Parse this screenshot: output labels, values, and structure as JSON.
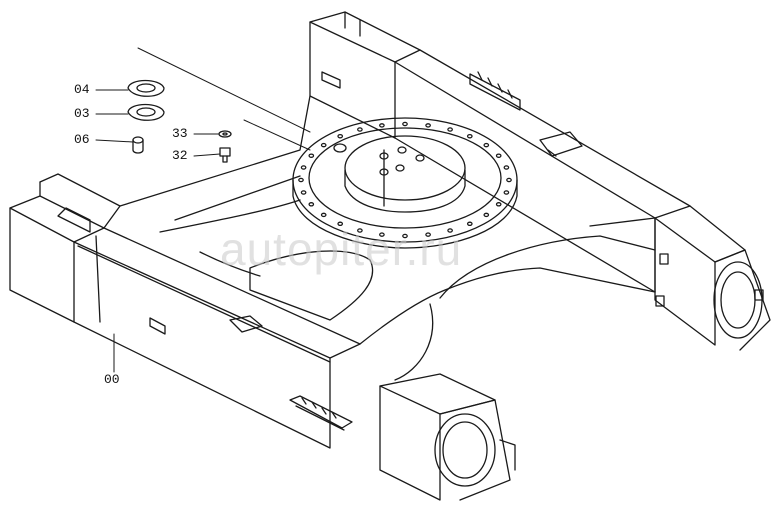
{
  "callouts": [
    {
      "id": "04",
      "text": "04"
    },
    {
      "id": "03",
      "text": "03"
    },
    {
      "id": "06",
      "text": "06"
    },
    {
      "id": "33",
      "text": "33"
    },
    {
      "id": "32",
      "text": "32"
    },
    {
      "id": "00",
      "text": "00"
    }
  ],
  "watermark": {
    "text": "autopiter.ru"
  },
  "colors": {
    "line": "#1a1a1a",
    "background": "#ffffff",
    "watermark": "#c9c9c9"
  }
}
